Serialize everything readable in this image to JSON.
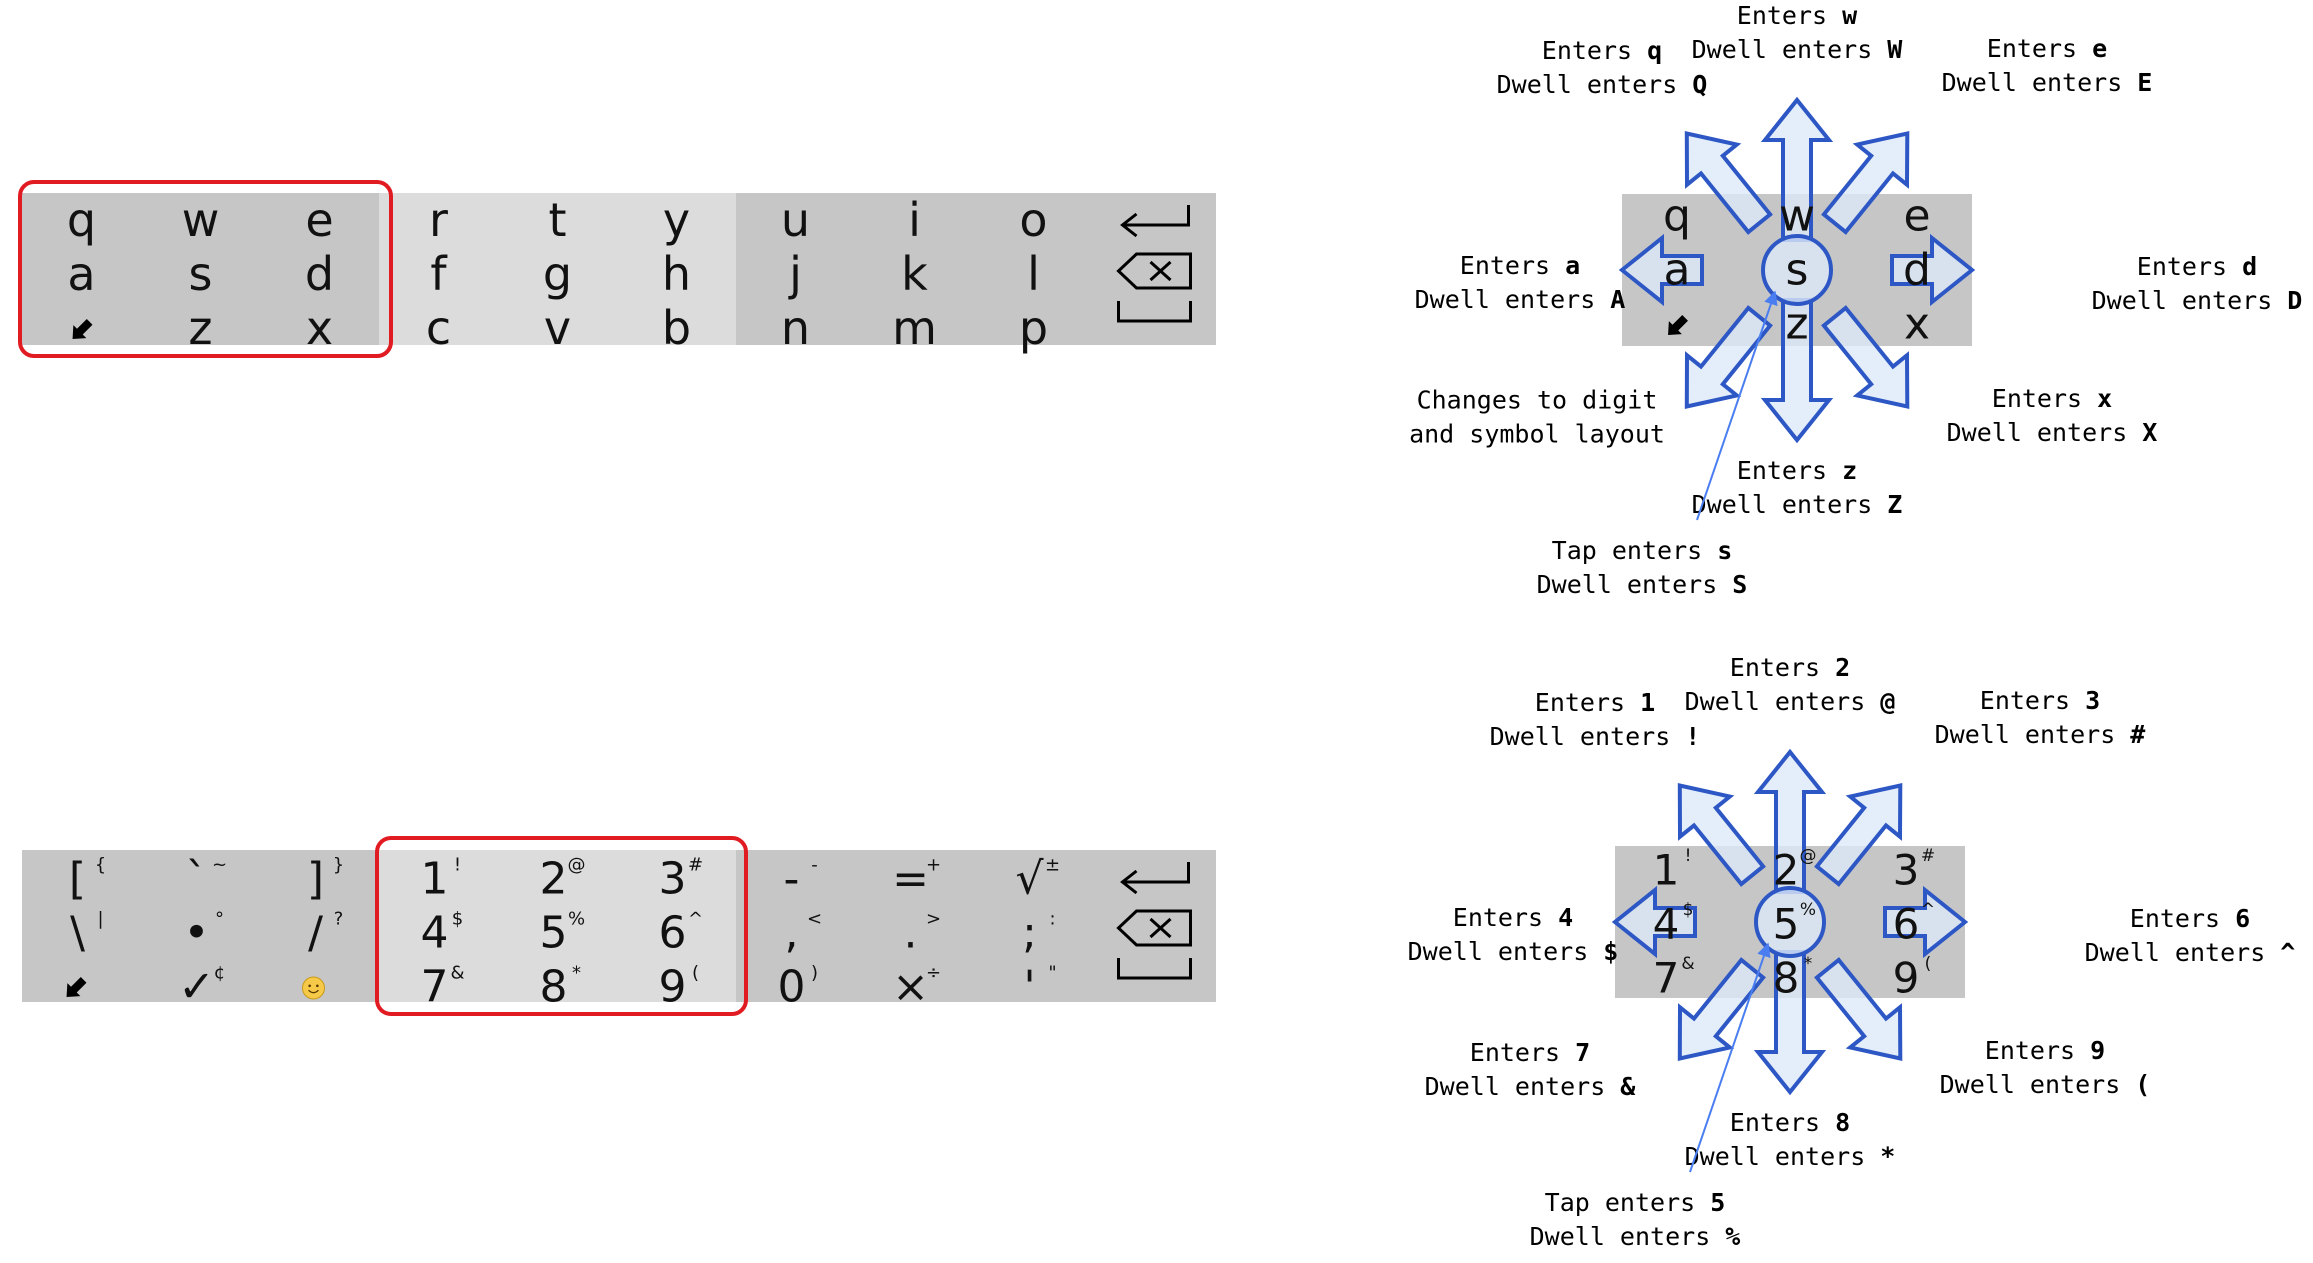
{
  "colors": {
    "key_dark": "#c6c6c6",
    "key_light": "#dcdcdc",
    "key_text": "#111111",
    "highlight": "#e11b22",
    "arrow_fill": "#dce9f8",
    "arrow_stroke": "#2d57c5",
    "pointer": "#4a7ef0",
    "label_text": "#000000"
  },
  "letters_keyboard": {
    "groups": [
      [
        "q",
        "w",
        "e",
        "a",
        "s",
        "d",
        "layout-switch-icon",
        "z",
        "x"
      ],
      [
        "r",
        "t",
        "y",
        "f",
        "g",
        "h",
        "c",
        "v",
        "b"
      ],
      [
        "u",
        "i",
        "o",
        "j",
        "k",
        "l",
        "n",
        "m",
        "p"
      ]
    ],
    "specials": [
      "enter-icon",
      "backspace-icon",
      "space-icon"
    ]
  },
  "symbols_keyboard": {
    "groups": [
      [
        [
          "[",
          "{"
        ],
        [
          "`",
          "~"
        ],
        [
          "]",
          "}"
        ],
        [
          "\\",
          "|"
        ],
        [
          "•",
          "°"
        ],
        [
          "/",
          "?"
        ],
        [
          "layout-switch-icon",
          ""
        ],
        [
          "✓",
          "¢"
        ],
        [
          "smiley-icon",
          ""
        ]
      ],
      [
        [
          "1",
          "!"
        ],
        [
          "2",
          "@"
        ],
        [
          "3",
          "#"
        ],
        [
          "4",
          "$"
        ],
        [
          "5",
          "%"
        ],
        [
          "6",
          "^"
        ],
        [
          "7",
          "&"
        ],
        [
          "8",
          "*"
        ],
        [
          "9",
          "("
        ]
      ],
      [
        [
          "-",
          "-"
        ],
        [
          "=",
          "+"
        ],
        [
          "√",
          "±"
        ],
        [
          ",",
          "<"
        ],
        [
          ".",
          ">"
        ],
        [
          ";",
          ":"
        ],
        [
          "0",
          ")"
        ],
        [
          "×",
          "÷"
        ],
        [
          "'",
          "\""
        ]
      ]
    ],
    "specials": [
      "enter-icon",
      "backspace-icon",
      "space-icon"
    ]
  },
  "letter_cluster": {
    "keys": [
      "q",
      "w",
      "e",
      "a",
      "s",
      "d",
      "layout-switch-icon",
      "z",
      "x"
    ],
    "labels": [
      {
        "dir": "n",
        "bold": "w",
        "lines": [
          "Enters w",
          "Dwell enters W"
        ]
      },
      {
        "dir": "nw",
        "bold": "q",
        "lines": [
          "Enters q",
          "Dwell enters Q"
        ]
      },
      {
        "dir": "ne",
        "bold": "e",
        "lines": [
          "Enters e",
          "Dwell enters E"
        ]
      },
      {
        "dir": "w",
        "bold": "a",
        "lines": [
          "Enters a",
          "Dwell enters A"
        ]
      },
      {
        "dir": "e",
        "bold": "d",
        "lines": [
          "Enters d",
          "Dwell enters D"
        ]
      },
      {
        "dir": "sw",
        "bold": "",
        "lines": [
          "Changes to digit",
          "and symbol layout"
        ]
      },
      {
        "dir": "se",
        "bold": "x",
        "lines": [
          "Enters x",
          "Dwell enters X"
        ]
      },
      {
        "dir": "s",
        "bold": "z",
        "lines": [
          "Enters z",
          "Dwell enters Z"
        ]
      },
      {
        "dir": "c",
        "bold": "s",
        "lines": [
          "Tap enters s",
          "Dwell enters S"
        ]
      }
    ]
  },
  "digit_cluster": {
    "keys": [
      [
        "1",
        "!"
      ],
      [
        "2",
        "@"
      ],
      [
        "3",
        "#"
      ],
      [
        "4",
        "$"
      ],
      [
        "5",
        "%"
      ],
      [
        "6",
        "^"
      ],
      [
        "7",
        "&"
      ],
      [
        "8",
        "*"
      ],
      [
        "9",
        "("
      ]
    ],
    "labels": [
      {
        "dir": "n",
        "bold": "2",
        "lines": [
          "Enters 2",
          "Dwell enters @"
        ]
      },
      {
        "dir": "nw",
        "bold": "1",
        "lines": [
          "Enters 1",
          "Dwell enters !"
        ]
      },
      {
        "dir": "ne",
        "bold": "3",
        "lines": [
          "Enters 3",
          "Dwell enters #"
        ]
      },
      {
        "dir": "w",
        "bold": "4",
        "lines": [
          "Enters 4",
          "Dwell enters $"
        ]
      },
      {
        "dir": "e",
        "bold": "6",
        "lines": [
          "Enters 6",
          "Dwell enters ^"
        ]
      },
      {
        "dir": "sw",
        "bold": "7",
        "lines": [
          "Enters 7",
          "Dwell enters &"
        ]
      },
      {
        "dir": "se",
        "bold": "9",
        "lines": [
          "Enters 9",
          "Dwell enters ("
        ]
      },
      {
        "dir": "s",
        "bold": "8",
        "lines": [
          "Enters 8",
          "Dwell enters *"
        ]
      },
      {
        "dir": "c",
        "bold": "5",
        "lines": [
          "Tap enters 5",
          "Dwell enters %"
        ]
      }
    ]
  }
}
